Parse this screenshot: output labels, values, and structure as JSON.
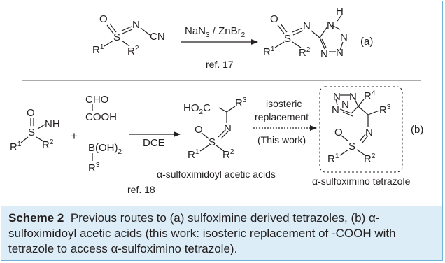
{
  "scheme": {
    "a": {
      "reactant": {
        "S": "S",
        "O": "O",
        "N": "N",
        "CN": "CN",
        "R1": "R",
        "R1_sup": "1",
        "R2": "R",
        "R2_sup": "2"
      },
      "reagent_pre": "NaN",
      "reagent_sub": "3",
      "reagent_post": " / ZnBr",
      "reagent_sub2": "2",
      "ref": "ref. 17",
      "product": {
        "S": "S",
        "O": "O",
        "N": "N",
        "NH_H": "H",
        "ring_N1": "N",
        "ring_N2": "N",
        "ring_N3": "N",
        "ring_N4": "N",
        "R1": "R",
        "R1_sup": "1",
        "R2": "R",
        "R2_sup": "2"
      },
      "label": "(a)"
    },
    "b": {
      "sulfoximine": {
        "O": "O",
        "S": "S",
        "NH": "NH",
        "R1": "R",
        "R1_sup": "1",
        "R2": "R",
        "R2_sup": "2"
      },
      "plus": "+",
      "glyoxylic": {
        "CHO": "CHO",
        "COOH": "COOH"
      },
      "boronic": {
        "B": "B(OH)",
        "sub": "2",
        "R3": "R",
        "R3_sup": "3"
      },
      "reagent": "DCE",
      "ref": "ref. 18",
      "acid": {
        "HO2C": "HO",
        "HO2C_sub": "2",
        "HO2C_tail": "C",
        "R3": "R",
        "R3_sup": "3",
        "N": "N",
        "O": "O",
        "S": "S",
        "R1": "R",
        "R1_sup": "1",
        "R2": "R",
        "R2_sup": "2"
      },
      "acid_name": "α-sulfoximidoyl acetic acids",
      "arrow_top1": "isosteric",
      "arrow_top2": "replacement",
      "arrow_bottom": "(This work)",
      "tetrazole": {
        "N1": "N",
        "N2": "N",
        "N3": "N",
        "N4": "N",
        "R4": "R",
        "R4_sup": "4",
        "R3": "R",
        "R3_sup": "3",
        "O": "O",
        "S": "S",
        "N": "N",
        "R1": "R",
        "R1_sup": "1",
        "R2": "R",
        "R2_sup": "2"
      },
      "tetrazole_name": "α-sulfoximino tetrazole",
      "label": "(b)"
    }
  },
  "caption": {
    "label": "Scheme 2",
    "text": "Previous routes to (a) sulfoximine derived tetrazoles, (b) α-sulfoximidoyl acetic acids (this work: isosteric replacement of -COOH with tetrazole to access α-sulfoximino tetrazole)."
  },
  "colors": {
    "frame": "#6fb3d6",
    "caption_bg": "#dcedf7",
    "ink": "#231f20"
  }
}
